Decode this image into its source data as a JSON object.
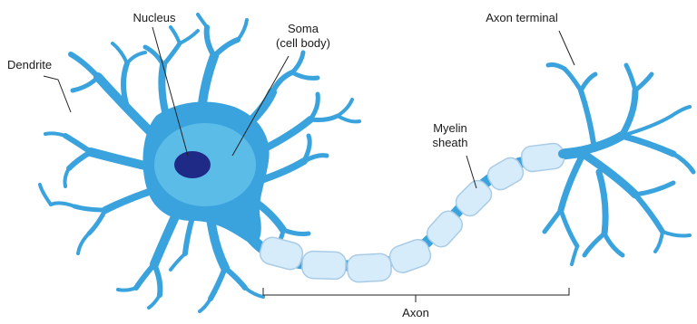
{
  "diagram": {
    "labels": {
      "nucleus": "Nucleus",
      "soma_line1": "Soma",
      "soma_line2": "(cell body)",
      "dendrite": "Dendrite",
      "axon_terminal": "Axon terminal",
      "myelin_line1": "Myelin",
      "myelin_line2": "sheath",
      "axon": "Axon"
    },
    "colors": {
      "cell": "#3aa3dd",
      "soma": "#5cbce8",
      "nucleus": "#1e2a86",
      "myelin_fill": "#d6ecfa",
      "myelin_edge": "#a9cbe6",
      "leader": "#222222"
    }
  }
}
